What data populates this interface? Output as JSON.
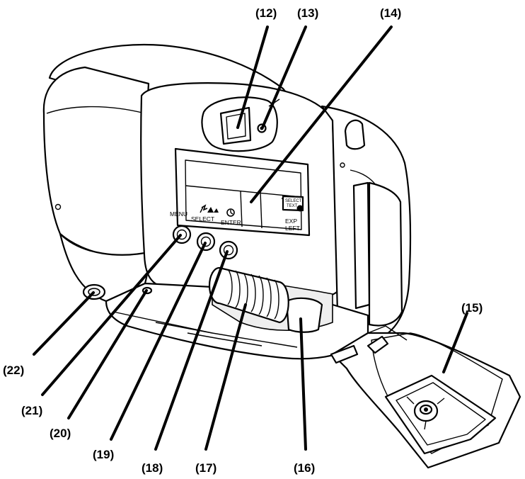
{
  "diagram": {
    "callouts": [
      {
        "id": "c12",
        "label": "(12)"
      },
      {
        "id": "c13",
        "label": "(13)"
      },
      {
        "id": "c14",
        "label": "(14)"
      },
      {
        "id": "c15",
        "label": "(15)"
      },
      {
        "id": "c16",
        "label": "(16)"
      },
      {
        "id": "c17",
        "label": "(17)"
      },
      {
        "id": "c18",
        "label": "(18)"
      },
      {
        "id": "c19",
        "label": "(19)"
      },
      {
        "id": "c20",
        "label": "(20)"
      },
      {
        "id": "c21",
        "label": "(21)"
      },
      {
        "id": "c22",
        "label": "(22)"
      }
    ],
    "button_labels": {
      "menu": "MENU",
      "select": "SELECT",
      "enter": "ENTER"
    },
    "display_labels": {
      "exp": "EXP",
      "left": "LEFT",
      "select_text": "SELECT",
      "text": "TEXT"
    },
    "icons": {
      "flash_landscape": "flash-landscape-icon",
      "self_timer": "self-timer-icon"
    }
  }
}
